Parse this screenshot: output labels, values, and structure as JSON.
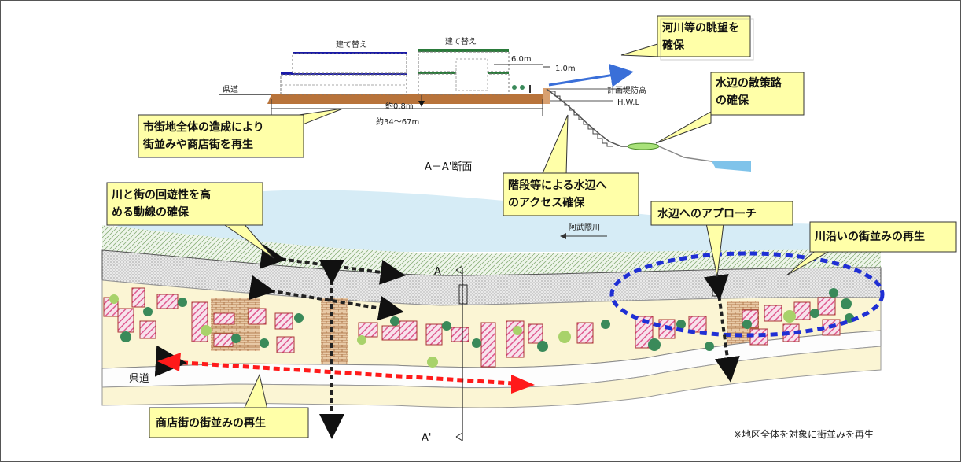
{
  "section": {
    "rebuild_1": "建て替え",
    "rebuild_2": "建て替え",
    "dim_6m": "6.0m",
    "dim_1m": "1.0m",
    "road_label": "県道",
    "levee_height": "計画堤防高",
    "hwl": "H.W.L",
    "depth": "約0.8m",
    "width": "約34～67m",
    "caption": "A－A'断面"
  },
  "callouts": {
    "river_view": [
      "河川等の眺望を",
      "確保"
    ],
    "waterside_path": [
      "水辺の散策路",
      "の確保"
    ],
    "townscape": [
      "市街地全体の造成により",
      "街並みや商店街を再生"
    ],
    "stairs_access": [
      "階段等による水辺へ",
      "のアクセス確保"
    ],
    "circulation": [
      "川と街の回遊性を高",
      "める動線の確保"
    ],
    "approach": [
      "水辺へのアプローチ"
    ],
    "riverside_street": [
      "川沿いの街並みの再生"
    ],
    "shopping_street": [
      "商店街の街並みの再生"
    ]
  },
  "plan": {
    "river_name": "阿武隈川",
    "road_label": "県道",
    "section_a": "A",
    "section_a_prime": "A'",
    "note": "※地区全体を対象に街並みを再生"
  },
  "colors": {
    "callout_fill": "#ffffa8",
    "river": "#c9e6f4",
    "ground": "#b8733a",
    "red_arrow": "#ff1a1a",
    "blue_dotted": "#1f2fd4",
    "house": "#e0598f",
    "tree": "#3a8a5a"
  }
}
